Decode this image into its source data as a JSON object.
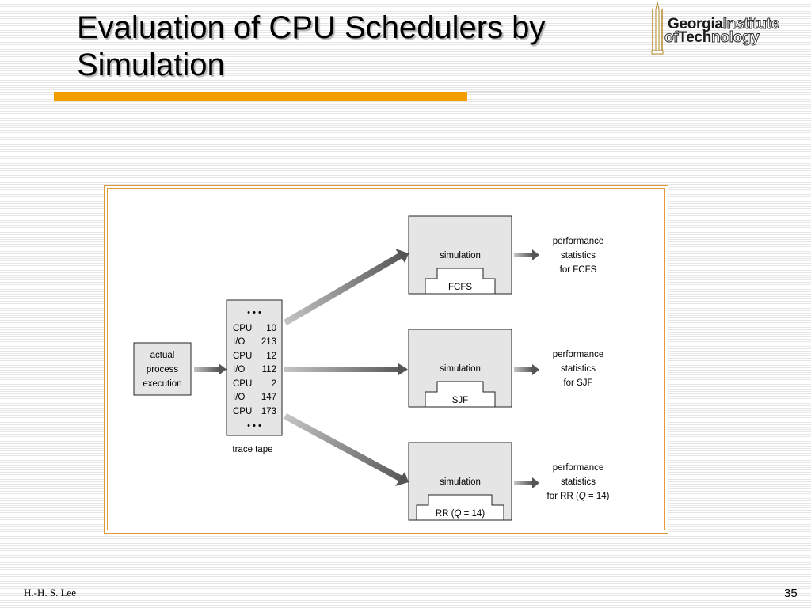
{
  "slide": {
    "title_line1": "Evaluation of CPU Schedulers by",
    "title_line2": "Simulation",
    "author": "H.-H. S. Lee",
    "page_number": "35"
  },
  "logo": {
    "line1_bold": "Georgia",
    "line1_outline": "Institute",
    "line2_outline_a": "of",
    "line2_bold": "Tech",
    "line2_outline_b": "nology"
  },
  "diagram": {
    "source_box": {
      "line1": "actual",
      "line2": "process",
      "line3": "execution"
    },
    "trace_tape": {
      "ellipsis_top": "• • •",
      "ellipsis_bottom": "• • •",
      "caption": "trace tape",
      "entries": [
        {
          "op": "CPU",
          "value": "10"
        },
        {
          "op": "I/O",
          "value": "213"
        },
        {
          "op": "CPU",
          "value": "12"
        },
        {
          "op": "I/O",
          "value": "112"
        },
        {
          "op": "CPU",
          "value": "2"
        },
        {
          "op": "I/O",
          "value": "147"
        },
        {
          "op": "CPU",
          "value": "173"
        }
      ]
    },
    "simulations": [
      {
        "label": "simulation",
        "scheduler_plain": "FCFS",
        "stats_line1": "performance",
        "stats_line2": "statistics",
        "stats_line3": "for FCFS"
      },
      {
        "label": "simulation",
        "scheduler_plain": "SJF",
        "stats_line1": "performance",
        "stats_line2": "statistics",
        "stats_line3": "for SJF"
      },
      {
        "label": "simulation",
        "scheduler_prefix": "RR (",
        "scheduler_var": "Q",
        "scheduler_suffix": " = 14)",
        "stats_line1": "performance",
        "stats_line2": "statistics",
        "stats_line3_prefix": "for RR (",
        "stats_line3_var": "Q",
        "stats_line3_suffix": " = 14)"
      }
    ]
  },
  "colors": {
    "accent_orange": "#f29d00",
    "box_fill": "#e5e5e5",
    "arrow_dark": "#555555",
    "arrow_light": "#c4c4c4",
    "panel_border": "#e09a3a"
  }
}
